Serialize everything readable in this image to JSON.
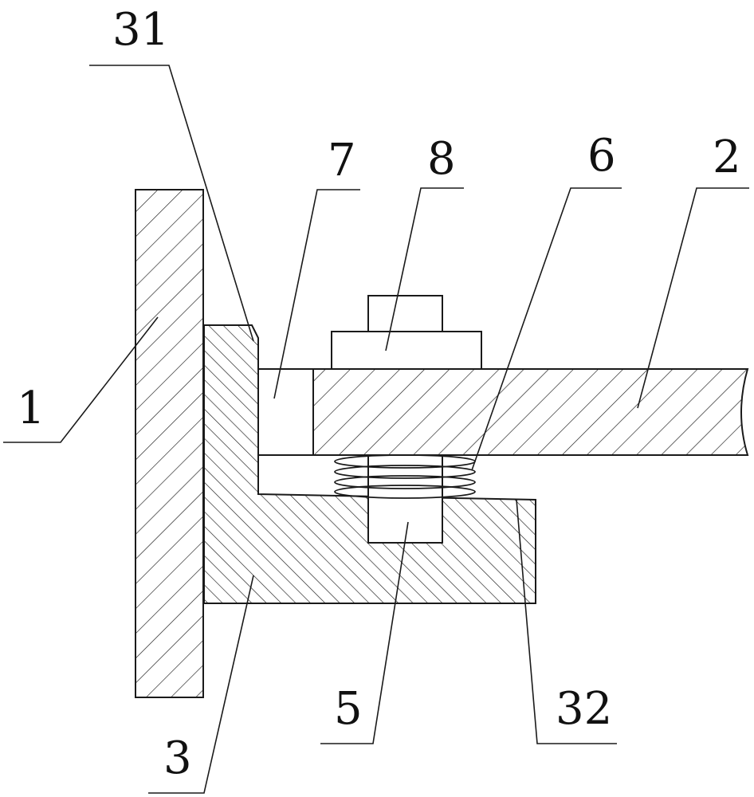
{
  "labels": {
    "l31": "31",
    "l7": "7",
    "l8": "8",
    "l6": "6",
    "l2": "2",
    "l1": "1",
    "l5": "5",
    "l32": "32",
    "l3": "3"
  }
}
